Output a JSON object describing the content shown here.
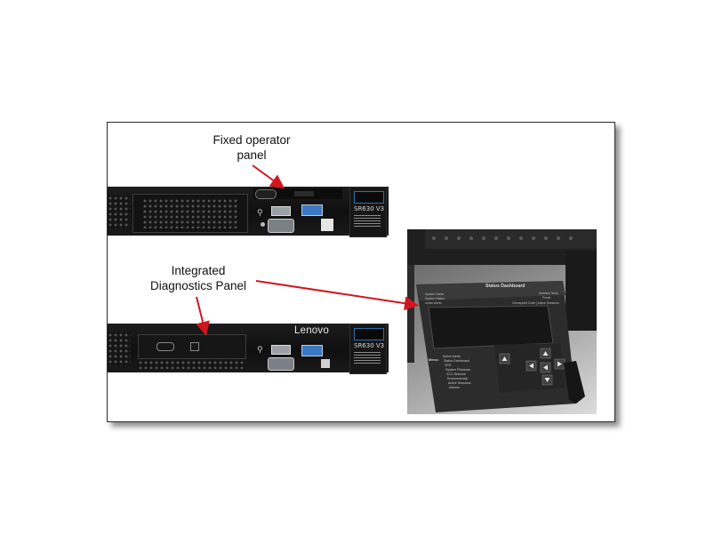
{
  "labels": {
    "fixed_operator_panel_line1": "Fixed operator",
    "fixed_operator_panel_line2": "panel",
    "integrated_diagnostics_line1": "Integrated",
    "integrated_diagnostics_line2": "Diagnostics Panel"
  },
  "server_top": {
    "model": "SR630 V3"
  },
  "server_bottom": {
    "brand": "Lenovo",
    "model": "SR630 V3"
  },
  "lcd_panel": {
    "header": "Status Dashboard",
    "left_info": [
      "System Name",
      "System Status",
      "Active Alerts"
    ],
    "right_info": [
      "Ambient Temp",
      "Power",
      "Checkpoint Code | Active Sessions"
    ],
    "menu_title": "Menu:",
    "menu_items": [
      "Active Alerts",
      "Status Dashboard",
      "VPD",
      "System Firmware",
      "XCC Network",
      "Environmental",
      "Active Sessions",
      "Actions"
    ]
  },
  "colors": {
    "arrow": "#d0171f",
    "server_body": "#141414",
    "accent_blue": "#2c6fa8"
  }
}
